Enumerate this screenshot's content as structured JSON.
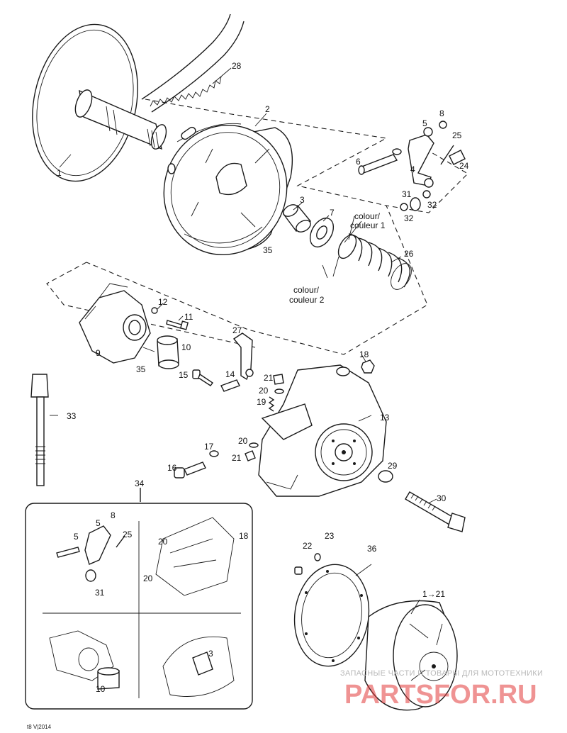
{
  "labels": {
    "p1": "1",
    "p2": "2",
    "p3": "3",
    "p4": "4",
    "p5": "5",
    "p6": "6",
    "p7": "7",
    "p8": "8",
    "p9": "9",
    "p10": "10",
    "p11": "11",
    "p12": "12",
    "p13": "13",
    "p14": "14",
    "p15": "15",
    "p16": "16",
    "p17": "17",
    "p18": "18",
    "p19": "19",
    "p20a": "20",
    "p20b": "20",
    "p21a": "21",
    "p21b": "21",
    "p22": "22",
    "p23": "23",
    "p24": "24",
    "p25": "25",
    "p26": "26",
    "p27": "27",
    "p28": "28",
    "p29": "29",
    "p30": "30",
    "p31": "31",
    "p32a": "32",
    "p32b": "32",
    "p33": "33",
    "p34": "34",
    "p35a": "35",
    "p35b": "35",
    "p36": "36",
    "prange": "1→21",
    "i5": "5",
    "i8": "8",
    "i25": "25",
    "i31": "31",
    "i20a": "20",
    "i20b": "20",
    "i18": "18",
    "i10": "10",
    "i3": "3"
  },
  "callouts": {
    "colour1_line1": "colour/",
    "colour1_line2": "couleur 1",
    "colour2_line1": "colour/",
    "colour2_line2": "couleur 2"
  },
  "footer": {
    "code": "t8 V|2014"
  },
  "watermark": {
    "tagline": "ЗАПАСНЫЕ ЧАСТИ И ТОВАРЫ ДЛЯ МОТОТЕХНИКИ",
    "brand": "PARTSFOR.RU"
  },
  "colors": {
    "line": "#1a1a1a",
    "watermark_red": "#e23b3b",
    "watermark_gray": "#b9b9b9"
  }
}
